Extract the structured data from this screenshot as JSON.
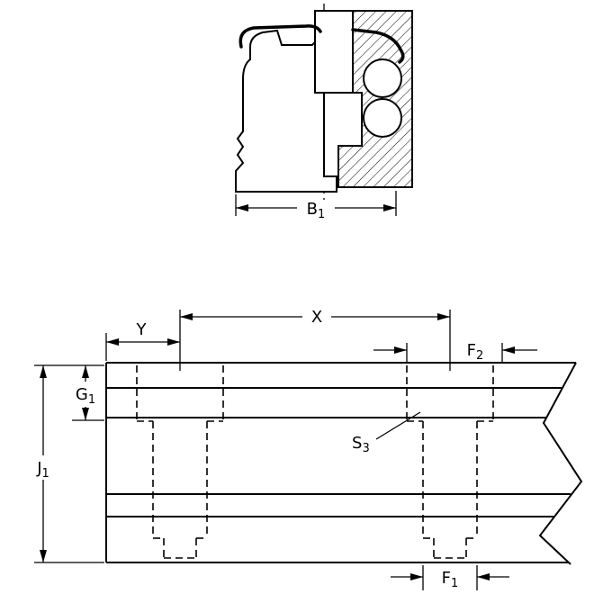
{
  "diagram": {
    "type": "engineering-drawing",
    "description_visible": false,
    "colors": {
      "line": "#000000",
      "background": "#ffffff"
    },
    "labels": {
      "b1": {
        "main": "B",
        "sub": "1"
      },
      "y": {
        "main": "Y",
        "sub": ""
      },
      "x": {
        "main": "X",
        "sub": ""
      },
      "f2": {
        "main": "F",
        "sub": "2"
      },
      "g1": {
        "main": "G",
        "sub": "1"
      },
      "j1": {
        "main": "J",
        "sub": "1"
      },
      "s3": {
        "main": "S",
        "sub": "3"
      },
      "f1": {
        "main": "F",
        "sub": "1"
      }
    }
  }
}
